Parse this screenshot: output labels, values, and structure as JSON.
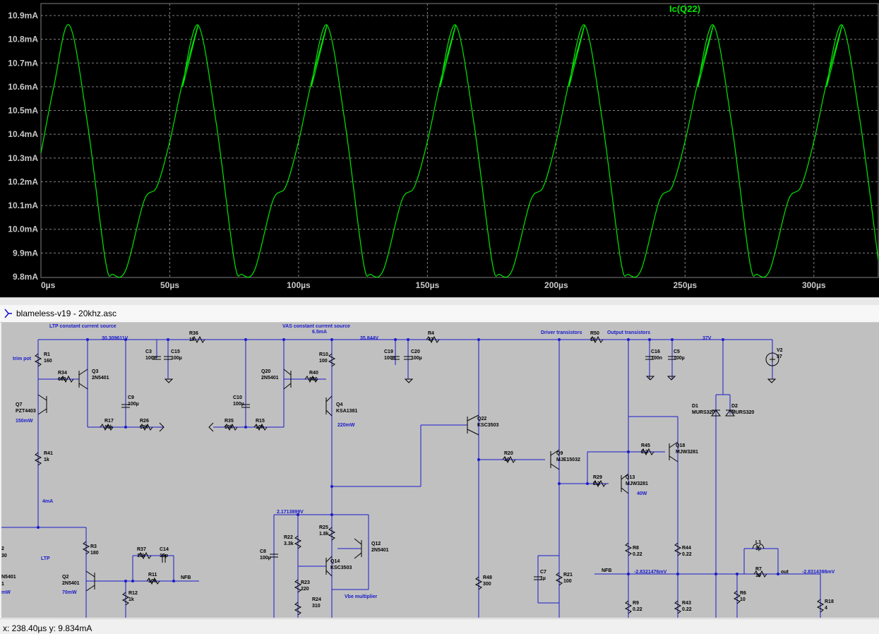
{
  "plot": {
    "trace_label": "Ic(Q22)",
    "trace_color": "#00e600",
    "background": "#000000",
    "grid": "on",
    "y_ticks": [
      "9.8mA",
      "9.9mA",
      "10.0mA",
      "10.1mA",
      "10.2mA",
      "10.3mA",
      "10.4mA",
      "10.5mA",
      "10.6mA",
      "10.7mA",
      "10.8mA",
      "10.9mA"
    ],
    "x_ticks": [
      "0µs",
      "50µs",
      "100µs",
      "150µs",
      "200µs",
      "250µs",
      "300µs"
    ]
  },
  "chart_data": {
    "type": "line",
    "title": "",
    "xlabel": "",
    "ylabel": "",
    "xlim": [
      0,
      325
    ],
    "ylim": [
      9.8,
      10.9
    ],
    "series": [
      {
        "name": "Ic(Q22)",
        "x": [
          0,
          5,
          11,
          18,
          25,
          28,
          33,
          40,
          45,
          50,
          55,
          61
        ],
        "y": [
          10.32,
          10.6,
          10.86,
          10.45,
          9.87,
          9.81,
          9.83,
          10.12,
          10.18,
          10.37,
          10.62,
          10.86
        ]
      }
    ]
  },
  "window": {
    "title": "blameless-v19 - 20khz.asc"
  },
  "schematic": {
    "headers": {
      "ltp_ccs": "LTP constant current source",
      "vas_ccs": "VAS constant current source",
      "vas_current": "6.5mA",
      "drivers": "Driver transistors",
      "outputs": "Output transistors",
      "ltp": "LTP",
      "vbe": "Vbe multiplier"
    },
    "net_values": {
      "v1": "30.309611V",
      "v2": "35.844V",
      "v3": "37V",
      "v4": "2.1713899V",
      "v5": "-2.8321476mV",
      "v6": "-2.8314398mV",
      "i1": "4mA",
      "p1": "150mW",
      "p2": "220mW",
      "p3": "40W",
      "p4": "70mW",
      "nfb": "NFB",
      "nfb2": "NFB",
      "out": "out",
      "trim": "trim pot"
    },
    "components": [
      {
        "ref": "R1",
        "val": "160"
      },
      {
        "ref": "R34",
        "val": "680"
      },
      {
        "ref": "Q3",
        "val": "2N5401"
      },
      {
        "ref": "Q7",
        "val": "PZT4403"
      },
      {
        "ref": "C9",
        "val": "100µ"
      },
      {
        "ref": "R17",
        "val": "10k"
      },
      {
        "ref": "R26",
        "val": "10k"
      },
      {
        "ref": "R41",
        "val": "1k"
      },
      {
        "ref": "R36",
        "val": "1k"
      },
      {
        "ref": "C3",
        "val": "100n"
      },
      {
        "ref": "C15",
        "val": "100µ"
      },
      {
        "ref": "C10",
        "val": "100µ"
      },
      {
        "ref": "R35",
        "val": "10k"
      },
      {
        "ref": "R15",
        "val": "10k"
      },
      {
        "ref": "Q20",
        "val": "2N5401"
      },
      {
        "ref": "R40",
        "val": "680"
      },
      {
        "ref": "R10",
        "val": "100"
      },
      {
        "ref": "Q4",
        "val": "KSA1381"
      },
      {
        "ref": "C19",
        "val": "100n"
      },
      {
        "ref": "C20",
        "val": "100µ"
      },
      {
        "ref": "R4",
        "val": "47"
      },
      {
        "ref": "Q22",
        "val": "KSC3503"
      },
      {
        "ref": "R20",
        "val": "10"
      },
      {
        "ref": "Q9",
        "val": "MJE15032"
      },
      {
        "ref": "R50",
        "val": "10"
      },
      {
        "ref": "C16",
        "val": "100n"
      },
      {
        "ref": "C5",
        "val": "100µ"
      },
      {
        "ref": "V2",
        "val": "37"
      },
      {
        "ref": "D1",
        "val": "MURS320"
      },
      {
        "ref": "D2",
        "val": "MURS320"
      },
      {
        "ref": "R45",
        "val": "2.2"
      },
      {
        "ref": "Q18",
        "val": "MJW3281"
      },
      {
        "ref": "R29",
        "val": "2.2"
      },
      {
        "ref": "Q13",
        "val": "MJW3281"
      },
      {
        "ref": "R48",
        "val": "300"
      },
      {
        "ref": "R21",
        "val": "100"
      },
      {
        "ref": "C7",
        "val": "1µ"
      },
      {
        "ref": "R8",
        "val": "0.22"
      },
      {
        "ref": "R44",
        "val": "0.22"
      },
      {
        "ref": "R9",
        "val": "0.22"
      },
      {
        "ref": "R43",
        "val": "0.22"
      },
      {
        "ref": "L1",
        "val": "1µ"
      },
      {
        "ref": "R7",
        "val": "10"
      },
      {
        "ref": "R6",
        "val": "10"
      },
      {
        "ref": "R18",
        "val": "4"
      },
      {
        "ref": "R22",
        "val": "3.3k"
      },
      {
        "ref": "R25",
        "val": "1.8k"
      },
      {
        "ref": "Q12",
        "val": "2N5401"
      },
      {
        "ref": "Q14",
        "val": "KSC3503"
      },
      {
        "ref": "R23",
        "val": "220"
      },
      {
        "ref": "R24",
        "val": "310"
      },
      {
        "ref": "C8",
        "val": "100µ"
      },
      {
        "ref": "R3",
        "val": "180"
      },
      {
        "ref": "Q2",
        "val": "2N5401"
      },
      {
        "ref": "R12",
        "val": "1k"
      },
      {
        "ref": "R37",
        "val": "10k"
      },
      {
        "ref": "C14",
        "val": "15p"
      },
      {
        "ref": "R11",
        "val": "10k"
      }
    ],
    "edge_texts": [
      "2",
      "30",
      "N5401",
      "1",
      "mW"
    ]
  },
  "status": {
    "text": "x: 238.40µs   y: 9.834mA"
  }
}
